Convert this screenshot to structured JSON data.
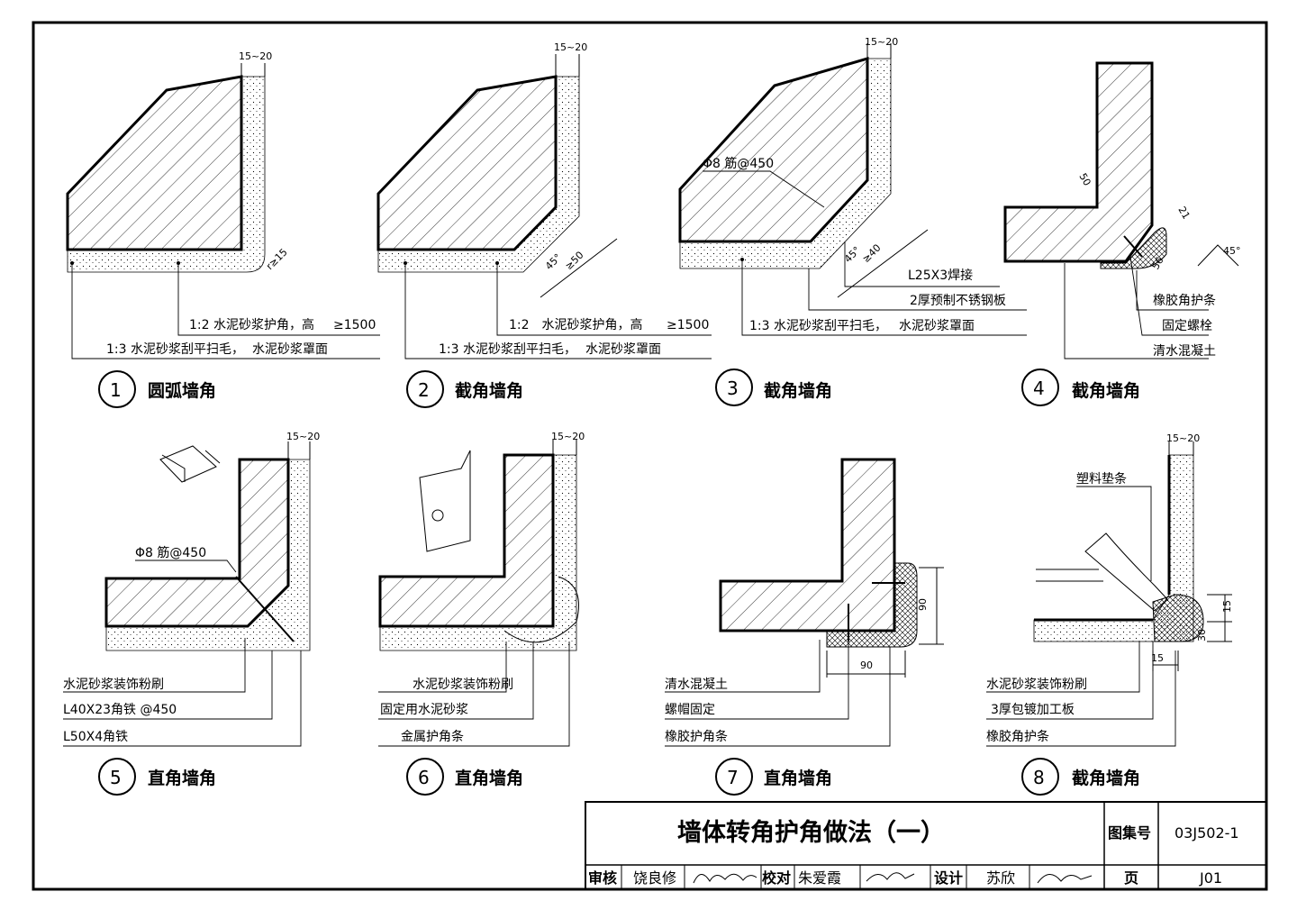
{
  "details": [
    {
      "no": "1",
      "title": "圆弧墙角",
      "labels": {
        "thick": "15~20",
        "r": "r≥15",
        "upper": "1:2 水泥砂浆护角，高",
        "upper_h": "≥1500",
        "lower": "1:3 水泥砂浆刮平扫毛，",
        "lower_b": "水泥砂浆罩面"
      }
    },
    {
      "no": "2",
      "title": "截角墙角",
      "labels": {
        "thick": "15~20",
        "d45": "45°",
        "d50": "≥50",
        "upper": "1:2　水泥砂浆护角，高",
        "upper_h": "≥1500",
        "lower": "1:3 水泥砂浆刮平扫毛，",
        "lower_b": "水泥砂浆罩面"
      }
    },
    {
      "no": "3",
      "title": "截角墙角",
      "labels": {
        "thick": "15~20",
        "bar": "Φ8 筋@450",
        "d45": "45°",
        "d40": "≥40",
        "angle": "L25X3焊接",
        "plate": "2厚预制不锈钢板",
        "lower": "1:3 水泥砂浆刮平扫毛，",
        "lower_b": "水泥砂浆罩面"
      }
    },
    {
      "no": "4",
      "title": "截角墙角",
      "labels": {
        "d50": "50",
        "d21": "21",
        "d45": "45°",
        "d56": "56",
        "strip": "橡胶角护条",
        "bolt": "固定螺栓",
        "concrete": "清水混凝土"
      }
    },
    {
      "no": "5",
      "title": "直角墙角",
      "labels": {
        "thick": "15~20",
        "bar": "Φ8 筋@450",
        "l1": "水泥砂浆装饰粉刷",
        "l2": "L40X23角铁 @450",
        "l3": "L50X4角铁"
      }
    },
    {
      "no": "6",
      "title": "直角墙角",
      "labels": {
        "thick": "15~20",
        "l1": "水泥砂浆装饰粉刷",
        "l2": "固定用水泥砂浆",
        "l3": "金属护角条"
      }
    },
    {
      "no": "7",
      "title": "直角墙角",
      "labels": {
        "d90v": "90",
        "d90h": "90",
        "l1": "清水混凝土",
        "l2": "螺帽固定",
        "l3": "橡胶护角条"
      }
    },
    {
      "no": "8",
      "title": "截角墙角",
      "labels": {
        "thick": "15~20",
        "strip": "塑料垫条",
        "d15a": "15",
        "d30": "30",
        "d15b": "15",
        "l1": "水泥砂浆装饰粉刷",
        "l2": "3厚包镀加工板",
        "l3": "橡胶角护条"
      }
    }
  ],
  "title_block": {
    "title": "墙体转角护角做法（一）",
    "atlas_label": "图集号",
    "atlas_no": "03J502-1",
    "review_label": "审核",
    "review_name": "饶良修",
    "check_label": "校对",
    "check_name": "朱爱霞",
    "design_label": "设计",
    "design_name": "苏欣",
    "page_label": "页",
    "page_no": "J01"
  }
}
